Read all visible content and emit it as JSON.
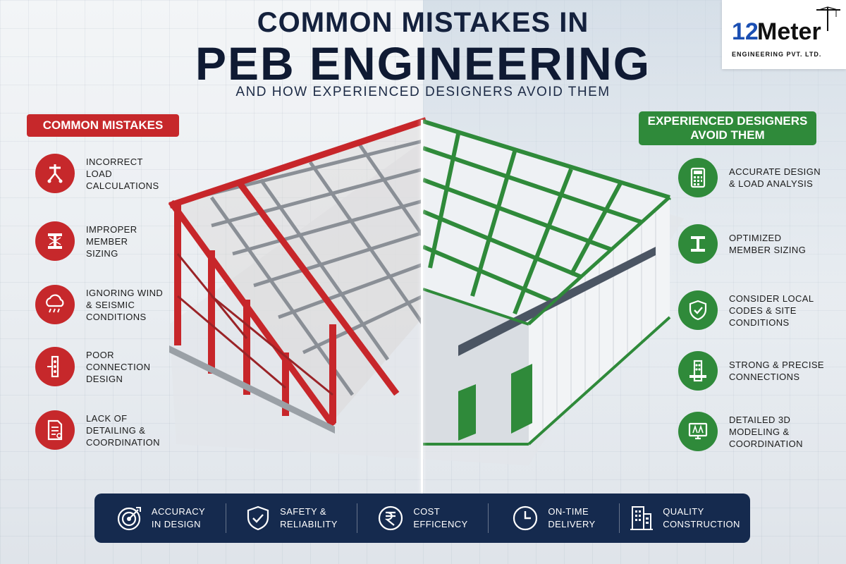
{
  "title": {
    "line1": "COMMON MISTAKES IN",
    "line2": "PEB ENGINEERING",
    "line3": "AND HOW EXPERIENCED DESIGNERS AVOID THEM"
  },
  "logo": {
    "number": "12",
    "word": "Meter",
    "subtitle": "ENGINEERING PVT. LTD."
  },
  "mistakes": {
    "heading": "COMMON MISTAKES",
    "color": "#c6282b",
    "items": [
      {
        "label": "INCORRECT\nLOAD\nCALCULATIONS",
        "icon": "load-hook-icon"
      },
      {
        "label": "IMPROPER\nMEMBER\nSIZING",
        "icon": "beam-section-icon"
      },
      {
        "label": "IGNORING WIND\n& SEISMIC\nCONDITIONS",
        "icon": "storm-cloud-icon"
      },
      {
        "label": "POOR\nCONNECTION\nDESIGN",
        "icon": "bolt-connection-icon"
      },
      {
        "label": "LACK OF\nDETAILING &\nCOORDINATION",
        "icon": "document-icon"
      }
    ]
  },
  "solutions": {
    "heading": "EXPERIENCED DESIGNERS\nAVOID THEM",
    "color": "#2f8a3a",
    "items": [
      {
        "label": "ACCURATE DESIGN\n& LOAD ANALYSIS",
        "icon": "calculator-icon"
      },
      {
        "label": "OPTIMIZED\nMEMBER SIZING",
        "icon": "beam-section-icon"
      },
      {
        "label": "CONSIDER LOCAL\nCODES & SITE\nCONDITIONS",
        "icon": "shield-check-icon"
      },
      {
        "label": "STRONG & PRECISE\nCONNECTIONS",
        "icon": "connection-plate-icon"
      },
      {
        "label": "DETAILED 3D\nMODELING &\nCOORDINATION",
        "icon": "monitor-3d-icon"
      }
    ]
  },
  "benefits": [
    {
      "label": "ACCURACY\nIN DESIGN",
      "icon": "target-icon"
    },
    {
      "label": "SAFETY &\nRELIABILITY",
      "icon": "shield-check-icon"
    },
    {
      "label": "COST\nEFFICENCY",
      "icon": "rupee-icon"
    },
    {
      "label": "ON-TIME\nDELIVERY",
      "icon": "clock-icon"
    },
    {
      "label": "QUALITY\nCONSTRUCTION",
      "icon": "building-icon"
    }
  ]
}
